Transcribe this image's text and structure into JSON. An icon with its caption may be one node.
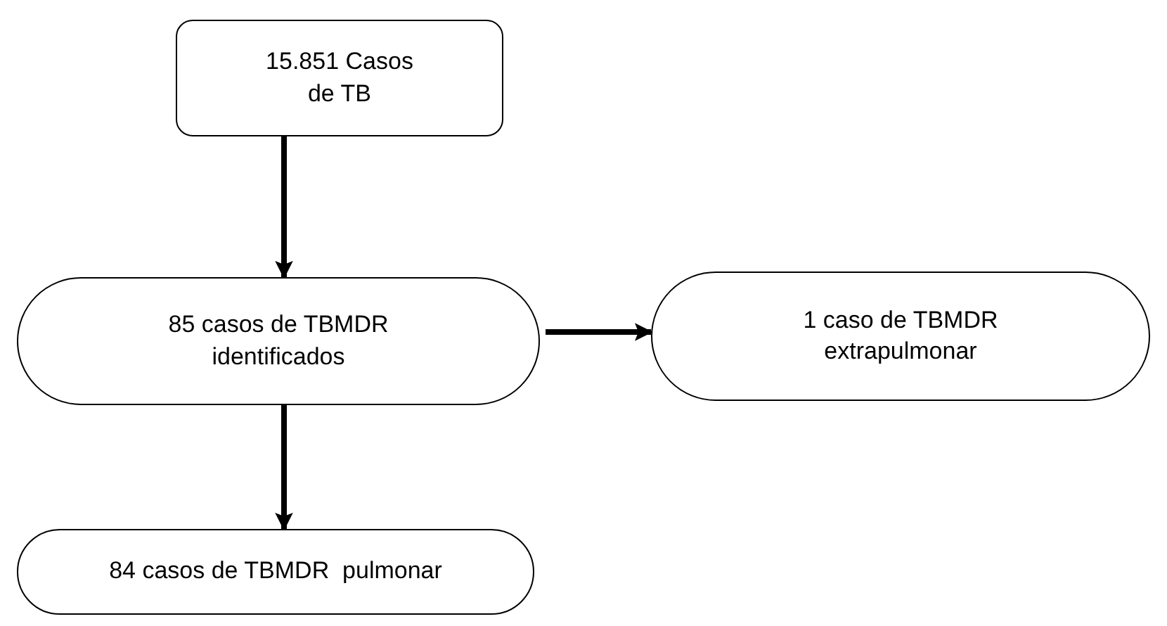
{
  "diagram": {
    "nodes": [
      {
        "text": [
          "15.851 Casos de TB"
        ]
      },
      {
        "text": [
          "85 casos de TBMDR identificados"
        ]
      },
      {
        "text": [
          "1 caso de TBMDR extrapulmonar"
        ]
      },
      {
        "text": [
          "84 casos de TBMDR  pulmonar"
        ]
      }
    ],
    "edges": [
      {
        "from": 0,
        "to": 1,
        "arrow": "to"
      },
      {
        "from": 1,
        "to": 2,
        "arrow": "to"
      },
      {
        "from": 1,
        "to": 3,
        "arrow": "to"
      }
    ]
  }
}
